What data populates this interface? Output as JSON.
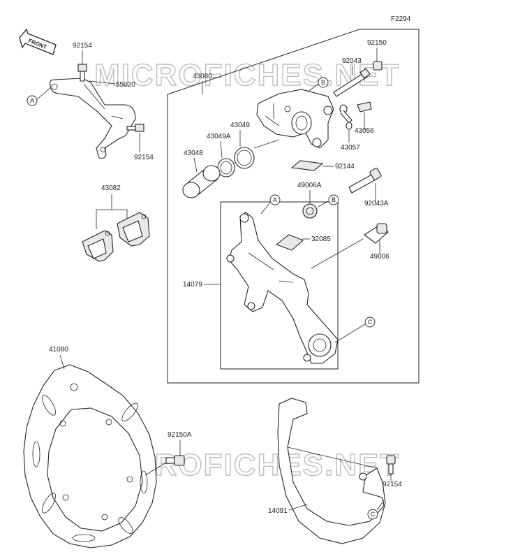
{
  "diagram_code": "F2294",
  "front_arrow": "FRONT",
  "watermark": "MICROFICHES.NET",
  "parts": {
    "p92154_top": "92154",
    "p55020": "55020",
    "p92154_mid": "92154",
    "p43082": "43082",
    "p43080": "43080",
    "p92150": "92150",
    "p92043": "92043",
    "p43049": "43049",
    "p43049A": "43049A",
    "p43048": "43048",
    "p43056": "43056",
    "p43057": "43057",
    "p92144": "92144",
    "p49006A": "49006A",
    "p92043A": "92043A",
    "p32085": "32085",
    "p49006": "49006",
    "p14079": "14079",
    "p41080": "41080",
    "p92150A": "92150A",
    "p92154_bot": "92154",
    "p14091": "14091"
  },
  "refs": {
    "a1": "A",
    "a2": "A",
    "b1": "B",
    "b2": "B",
    "c1": "C",
    "c2": "C"
  }
}
